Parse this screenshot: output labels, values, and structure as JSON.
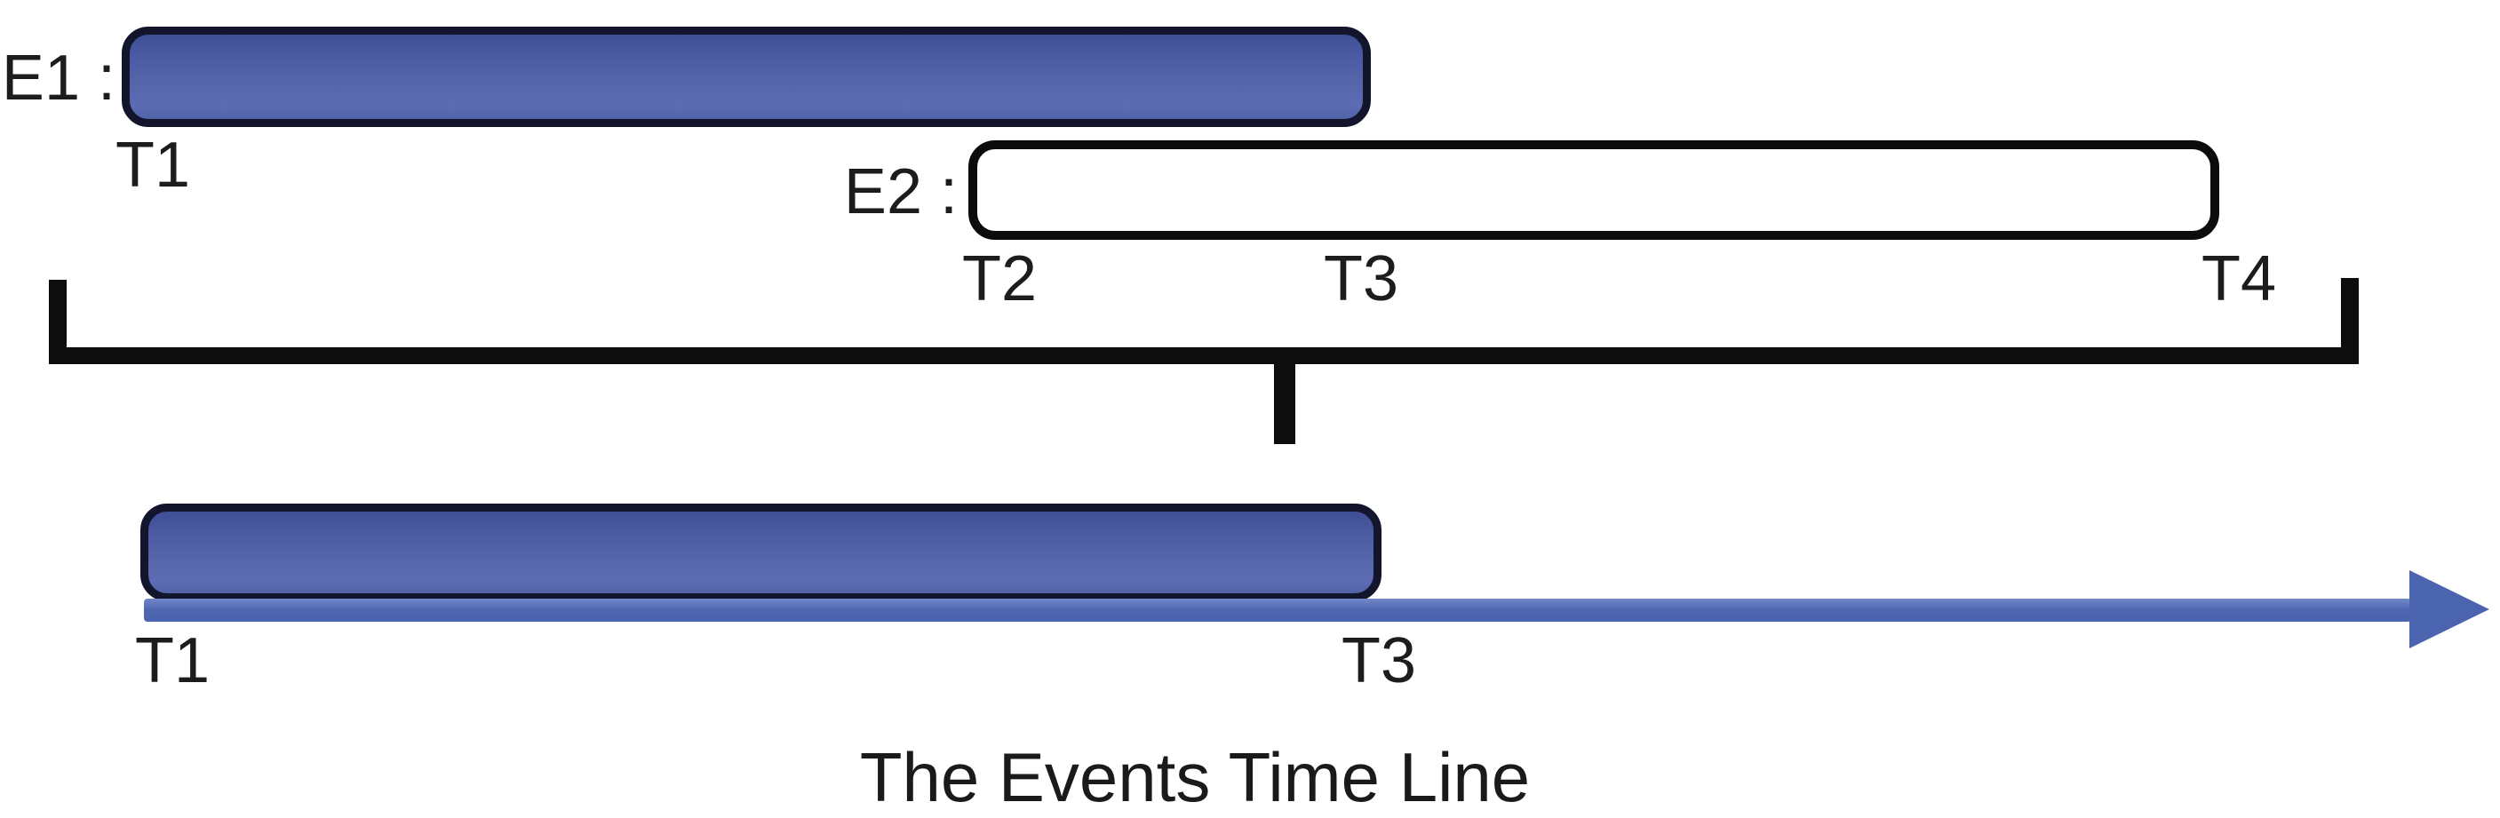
{
  "title": "The Events Time Line",
  "colors": {
    "bar_fill": "#5164ab",
    "bar_border": "#12152c",
    "e2_fill": "#ffffff",
    "e2_border": "#0b0b0b",
    "bracket": "#0d0d0d",
    "arrow": "#4b64b0",
    "text": "#1c1c1c"
  },
  "events": {
    "e1": {
      "label": "E1 :",
      "start_tick": "T1"
    },
    "e2": {
      "label": "E2 :",
      "start_tick": "T2",
      "mid_tick": "T3",
      "end_tick": "T4"
    }
  },
  "merged_event": {
    "start_tick": "T1",
    "end_tick": "T3"
  }
}
